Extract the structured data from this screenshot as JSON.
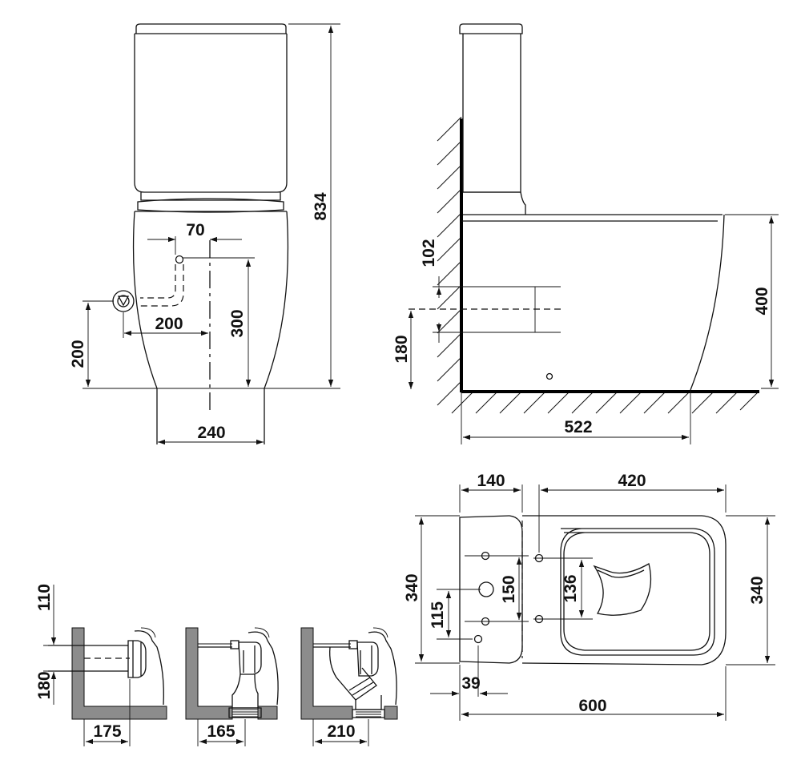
{
  "dimensions": {
    "front_width_70": "70",
    "front_offset_200": "200",
    "front_height_300": "300",
    "front_inlet_200": "200",
    "front_base_240": "240",
    "total_height_834": "834",
    "side_102": "102",
    "side_180": "180",
    "side_seat_400": "400",
    "side_depth_522": "522",
    "top_tank_140": "140",
    "top_bowl_420": "420",
    "top_width_left_340": "340",
    "top_width_right_340": "340",
    "top_115": "115",
    "top_150": "150",
    "top_136": "136",
    "top_39": "39",
    "top_length_600": "600",
    "outlet_110": "110",
    "outlet_180": "180",
    "outlet_175": "175",
    "outlet_165": "165",
    "outlet_210": "210"
  },
  "colors": {
    "line": "#111111",
    "wall_fill": "#8c8c8c",
    "background": "#ffffff"
  }
}
